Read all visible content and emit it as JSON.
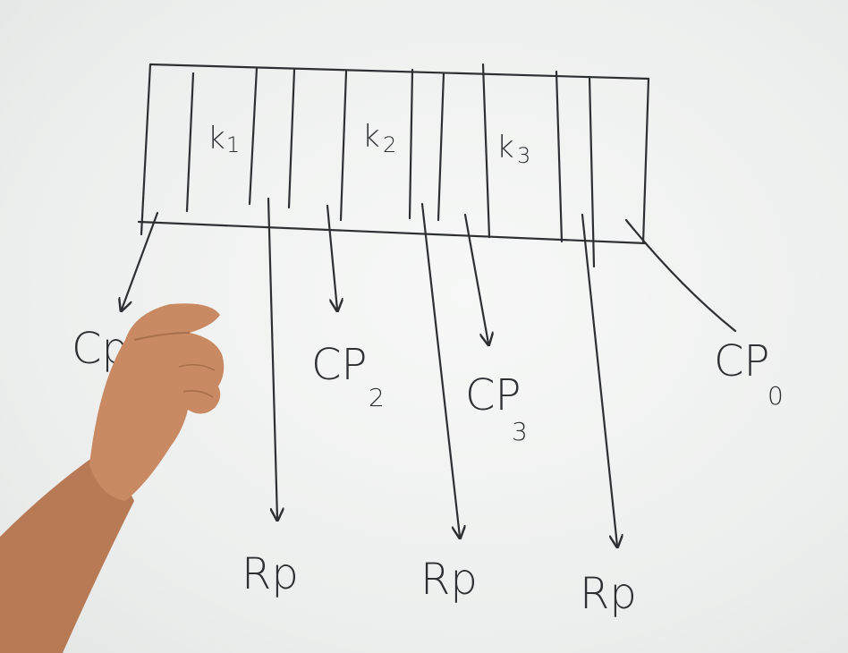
{
  "diagram": {
    "node_keys": [
      "k",
      "k",
      "k"
    ],
    "node_key_subscripts": [
      "1",
      "2",
      "3"
    ],
    "child_pointers": [
      {
        "base": "Cp",
        "sub": ""
      },
      {
        "base": "CP",
        "sub": "2"
      },
      {
        "base": "CP",
        "sub": "3"
      },
      {
        "base": "CP",
        "sub": "0"
      }
    ],
    "record_pointers": [
      "Rp",
      "Rp",
      "Rp"
    ]
  },
  "colors": {
    "board": "#eef0ef",
    "ink": "#2d2f33",
    "skin": "#c98a63"
  }
}
